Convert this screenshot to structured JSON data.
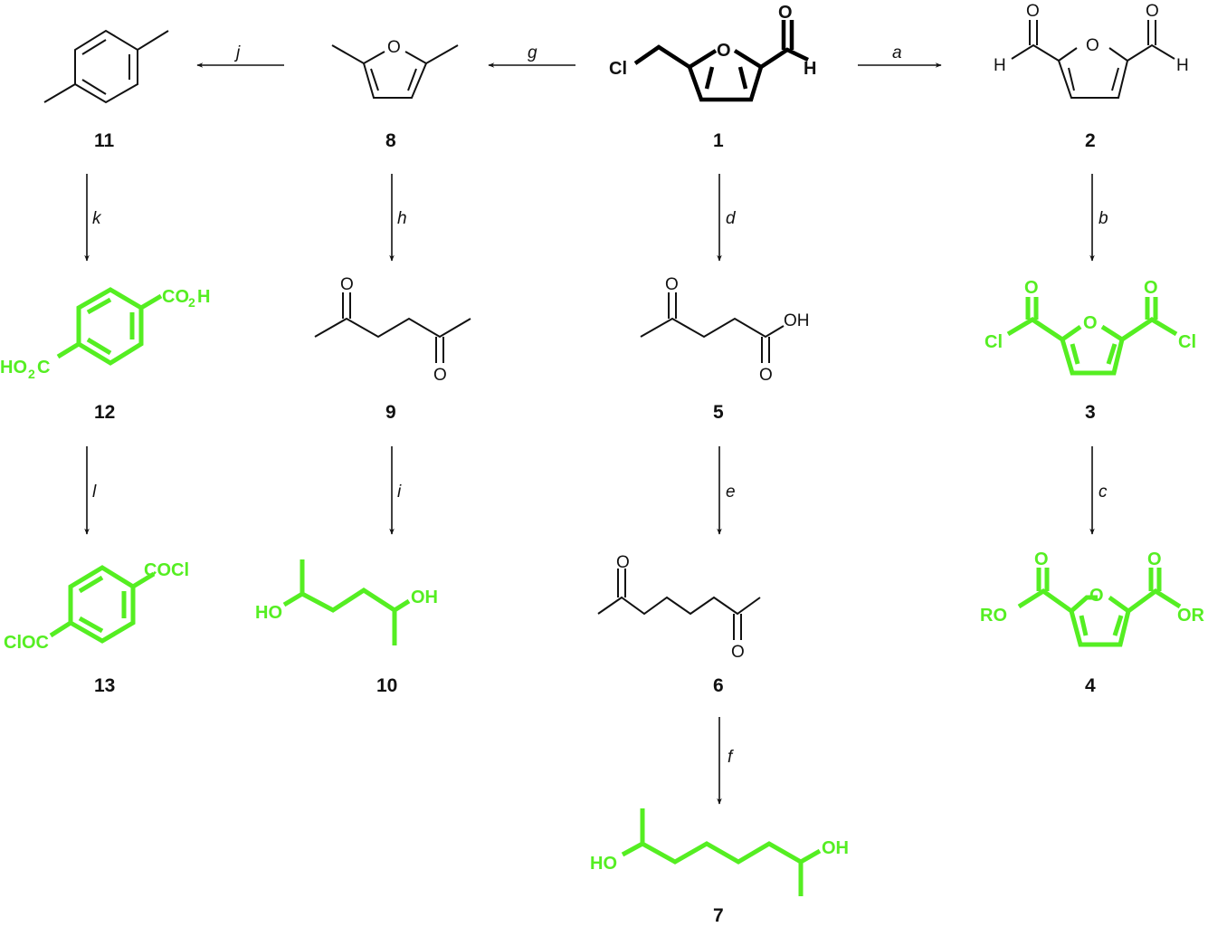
{
  "diagram": {
    "type": "reaction-scheme",
    "highlight_color": "#55ee22",
    "compounds": [
      {
        "id": "1",
        "label": "1",
        "name": "5-(chloromethyl)furfural",
        "atoms": [
          "Cl",
          "O",
          "O",
          "H"
        ]
      },
      {
        "id": "2",
        "label": "2",
        "name": "2,5-diformylfuran",
        "atoms": [
          "H",
          "O",
          "O",
          "O",
          "H"
        ]
      },
      {
        "id": "3",
        "label": "3",
        "name": "furan-2,5-dicarbonyl chloride",
        "atoms": [
          "Cl",
          "O",
          "O",
          "O",
          "Cl"
        ],
        "highlighted": true
      },
      {
        "id": "4",
        "label": "4",
        "name": "furan-2,5-dicarboxylate ester",
        "atoms": [
          "RO",
          "O",
          "O",
          "O",
          "OR"
        ],
        "highlighted": true
      },
      {
        "id": "5",
        "label": "5",
        "name": "levulinic acid",
        "atoms": [
          "O",
          "OH",
          "O"
        ]
      },
      {
        "id": "6",
        "label": "6",
        "name": "2,7-octanedione",
        "atoms": [
          "O",
          "O"
        ]
      },
      {
        "id": "7",
        "label": "7",
        "name": "2,7-octanediol",
        "atoms": [
          "HO",
          "OH"
        ],
        "highlighted": true
      },
      {
        "id": "8",
        "label": "8",
        "name": "2,5-dimethylfuran",
        "atoms": [
          "O"
        ]
      },
      {
        "id": "9",
        "label": "9",
        "name": "2,5-hexanedione",
        "atoms": [
          "O",
          "O"
        ]
      },
      {
        "id": "10",
        "label": "10",
        "name": "2,5-hexanediol",
        "atoms": [
          "HO",
          "OH"
        ],
        "highlighted": true
      },
      {
        "id": "11",
        "label": "11",
        "name": "p-xylene",
        "atoms": []
      },
      {
        "id": "12",
        "label": "12",
        "name": "terephthalic acid",
        "atoms": [
          "HO2C",
          "CO2H"
        ],
        "highlighted": true
      },
      {
        "id": "13",
        "label": "13",
        "name": "terephthaloyl chloride",
        "atoms": [
          "ClOC",
          "COCl"
        ],
        "highlighted": true
      }
    ],
    "reactions": [
      {
        "step": "a",
        "from": "1",
        "to": "2"
      },
      {
        "step": "b",
        "from": "2",
        "to": "3"
      },
      {
        "step": "c",
        "from": "3",
        "to": "4"
      },
      {
        "step": "d",
        "from": "1",
        "to": "5"
      },
      {
        "step": "e",
        "from": "5",
        "to": "6"
      },
      {
        "step": "f",
        "from": "6",
        "to": "7"
      },
      {
        "step": "g",
        "from": "1",
        "to": "8"
      },
      {
        "step": "h",
        "from": "8",
        "to": "9"
      },
      {
        "step": "i",
        "from": "9",
        "to": "10"
      },
      {
        "step": "j",
        "from": "8",
        "to": "11"
      },
      {
        "step": "k",
        "from": "11",
        "to": "12"
      },
      {
        "step": "l",
        "from": "12",
        "to": "13"
      }
    ],
    "text": {
      "Cl": "Cl",
      "O": "O",
      "H": "H",
      "OH": "OH",
      "HO": "HO",
      "RO": "RO",
      "OR": "OR",
      "COCl": "COCl",
      "ClOC": "ClOC",
      "CO": "CO",
      "HO_": "HO",
      "C": "C",
      "two": "2"
    }
  }
}
